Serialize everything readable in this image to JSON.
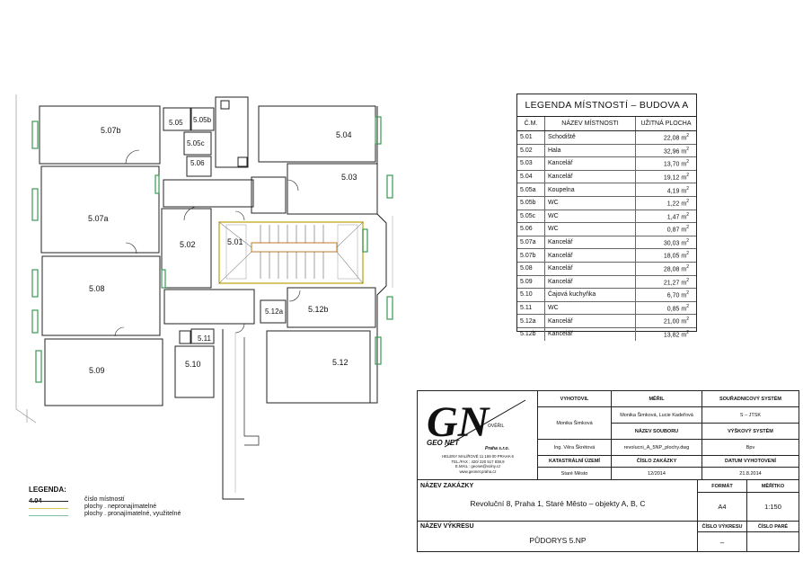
{
  "room_labels": [
    {
      "id": "5.07b",
      "text": "5.07b"
    },
    {
      "id": "5.07a",
      "text": "5.07a"
    },
    {
      "id": "5.08",
      "text": "5.08"
    },
    {
      "id": "5.09",
      "text": "5.09"
    },
    {
      "id": "5.02",
      "text": "5.02"
    },
    {
      "id": "5.01",
      "text": "5.01"
    },
    {
      "id": "5.05",
      "text": "5.05"
    },
    {
      "id": "5.05b",
      "text": "5.05b"
    },
    {
      "id": "5.05c",
      "text": "5.05c"
    },
    {
      "id": "5.06",
      "text": "5.06"
    },
    {
      "id": "5.04",
      "text": "5.04"
    },
    {
      "id": "5.03",
      "text": "5.03"
    },
    {
      "id": "5.12a",
      "text": "5.12a"
    },
    {
      "id": "5.12b",
      "text": "5.12b"
    },
    {
      "id": "5.12",
      "text": "5.12"
    },
    {
      "id": "5.10",
      "text": "5.10"
    },
    {
      "id": "5.11",
      "text": "5.11"
    }
  ],
  "room_legend": {
    "title": "LEGENDA MÍSTNOSTÍ – BUDOVA A",
    "headers": {
      "code": "Č.M.",
      "name": "NÁZEV MÍSTNOSTI",
      "area": "UŽITNÁ PLOCHA"
    },
    "unit": "m",
    "unit_exp": "2",
    "rows": [
      {
        "code": "5.01",
        "name": "Schodiště",
        "area": "22,08"
      },
      {
        "code": "5.02",
        "name": "Hala",
        "area": "32,96"
      },
      {
        "code": "5.03",
        "name": "Kancelář",
        "area": "13,70"
      },
      {
        "code": "5.04",
        "name": "Kancelář",
        "area": "19,12"
      },
      {
        "code": "5.05a",
        "name": "Koupelna",
        "area": "4,19"
      },
      {
        "code": "5.05b",
        "name": "WC",
        "area": "1,22"
      },
      {
        "code": "5.05c",
        "name": "WC",
        "area": "1,47"
      },
      {
        "code": "5.06",
        "name": "WC",
        "area": "0,87"
      },
      {
        "code": "5.07a",
        "name": "Kancelář",
        "area": "30,03"
      },
      {
        "code": "5.07b",
        "name": "Kancelář",
        "area": "18,05"
      },
      {
        "code": "5.08",
        "name": "Kancelář",
        "area": "28,08"
      },
      {
        "code": "5.09",
        "name": "Kancelář",
        "area": "21,27"
      },
      {
        "code": "5.10",
        "name": "Čajová kuchyňka",
        "area": "6,70"
      },
      {
        "code": "5.11",
        "name": "WC",
        "area": "0,85"
      },
      {
        "code": "5.12a",
        "name": "Kancelář",
        "area": "21,00"
      },
      {
        "code": "5.12b",
        "name": "Kancelář",
        "area": "13,82"
      }
    ]
  },
  "title_block": {
    "logo": {
      "big": "GN",
      "small": "GEO NET",
      "sub": "Praha s.r.o.",
      "ovrl": "OVĚŘIL"
    },
    "address": [
      "HELENY MALÍŘOVÉ 11   169 00   PRAHA 6",
      "TEL./FAX : 420/ 220 517 838,9",
      "E.MAIL : geonet@volny.cz",
      "www.geonet.praha.cz"
    ],
    "vyhotovil_h": "VYHOTOVIL",
    "vyhotovil_v": "Monika Šimková",
    "meril_h": "MĚŘIL",
    "meril_v": "Monika Šimková, Lucie Kadeřová",
    "souradnicovy_h": "SOUŘADNICOVÝ SYSTÉM",
    "souradnicovy_v": "S – JTSK",
    "nazev_souboru_h": "NÁZEV SOUBORU",
    "vyskovy_h": "VÝŠKOVÝ SYSTÉM",
    "overil_v": "Ing. Věra Škrétová",
    "nazev_souboru_v": "revolucni_A_5NP_plochy.dwg",
    "vyskovy_v": "Bpv",
    "katastralni_h": "KATASTRÁLNÍ ÚZEMÍ",
    "cislo_zakazky_h": "ČÍSLO ZAKÁZKY",
    "datum_h": "DATUM VYHOTOVENÍ",
    "katastralni_v": "Staré Město",
    "cislo_zakazky_v": "12/2014",
    "datum_v": "21.8.2014",
    "nazev_zakazky_h": "NÁZEV ZAKÁZKY",
    "nazev_zakazky_v": "Revoluční 8, Praha 1, Staré Město – objekty A, B, C",
    "format_h": "FORMÁT",
    "meritko_h": "MĚŘÍTKO",
    "format_v": "A4",
    "meritko_v": "1:150",
    "nazev_vykresu_h": "NÁZEV VÝKRESU",
    "nazev_vykresu_v": "PŮDORYS 5.NP",
    "cislo_vykresu_h": "ČÍSLO VÝKRESU",
    "cislo_pare_h": "ČÍSLO PARÉ",
    "cislo_vykresu_v": "–"
  },
  "legend": {
    "title": "LEGENDA:",
    "sample_code": "4.04",
    "items": [
      {
        "text": "číslo místností",
        "color": "#222222"
      },
      {
        "text": "plochy . nepronajímatelné",
        "color": "#d8c44a"
      },
      {
        "text": "plochy . pronajímatelné, využitelné",
        "color": "#7fbfa0"
      }
    ]
  },
  "colors": {
    "stair_outline": "#c8b43c",
    "wall": "#222222",
    "window": "#3a9a55"
  }
}
